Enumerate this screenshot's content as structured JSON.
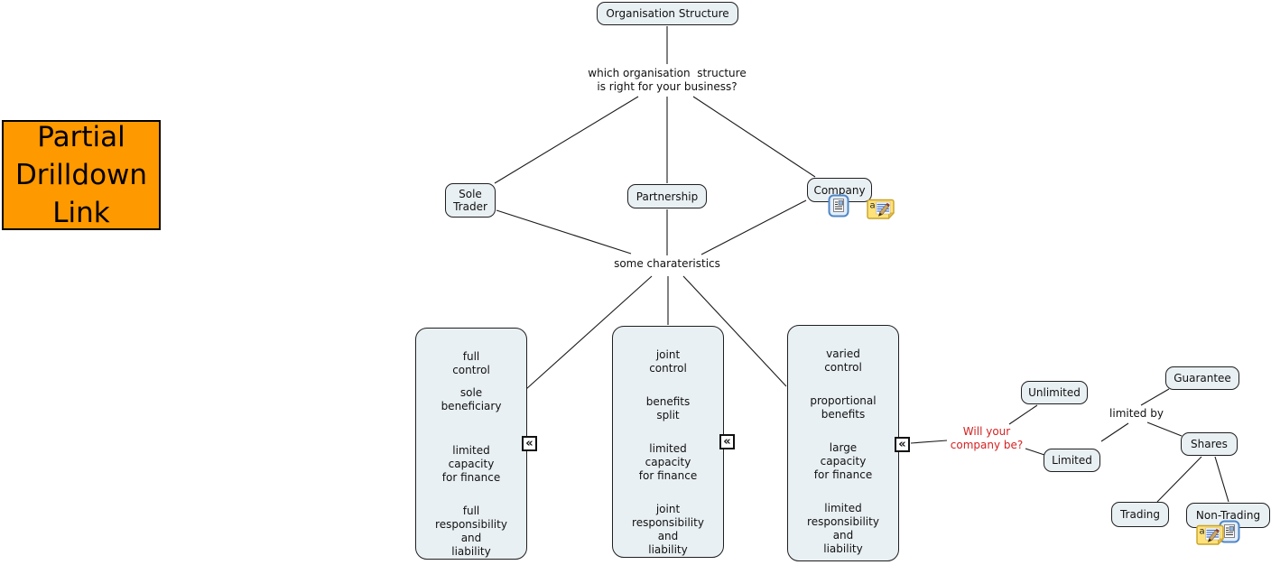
{
  "legend": {
    "label": "Partial\nDrilldown\nLink",
    "bg_color": "#ff9900",
    "text_color": "#000000"
  },
  "concepts": {
    "root": "Organisation Structure",
    "sole_trader": "Sole\nTrader",
    "partnership": "Partnership",
    "company": "Company",
    "unlimited": "Unlimited",
    "limited": "Limited",
    "guarantee": "Guarantee",
    "shares": "Shares",
    "trading": "Trading",
    "non_trading": "Non-Trading"
  },
  "linking_phrases": {
    "structure_question": "which organisation  structure\nis right for your business?",
    "characteristics": "some charateristics",
    "company_question": "Will your\ncompany be?",
    "limited_by": "limited by"
  },
  "characteristic_boxes": [
    {
      "paragraphs": [
        "full\ncontrol",
        "sole\nbeneficiary",
        "limited\ncapacity\nfor finance",
        "full\nresponsibility\nand\nliability"
      ]
    },
    {
      "paragraphs": [
        "joint\ncontrol",
        "benefits\nsplit",
        "limited\ncapacity\nfor finance",
        "joint\nresponsibility\nand\nliability"
      ]
    },
    {
      "paragraphs": [
        "varied\ncontrol",
        "proportional\nbenefits",
        "large\ncapacity\nfor finance",
        "limited\nresponsibility\nand\nliability"
      ]
    }
  ],
  "icons": {
    "collapse_glyph": "«",
    "annotation_letter": "a"
  },
  "colors": {
    "node_fill": "#e9f0f3",
    "node_border": "#1f1f1f",
    "line": "#1a1a1a",
    "question_red": "#d42222"
  }
}
